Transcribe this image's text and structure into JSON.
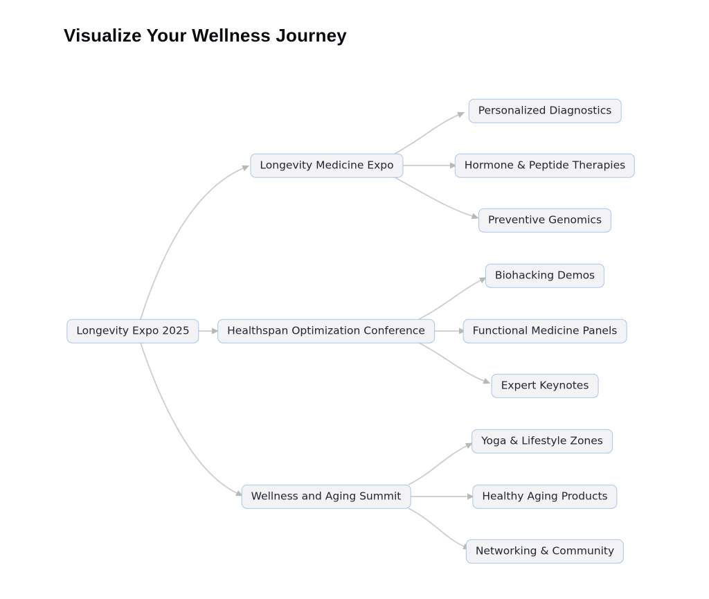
{
  "page": {
    "title": "Visualize Your Wellness Journey"
  },
  "colors": {
    "background": "#ffffff",
    "node_fill": "#f3f3f5",
    "node_border": "#a9c4e9",
    "node_text": "#1f252e",
    "edge_line": "#cdcdcd",
    "arrowhead": "#b8b8b8",
    "title_text": "#0b0b0f"
  },
  "mindmap": {
    "root": {
      "label": "Longevity Expo 2025"
    },
    "branches": [
      {
        "label": "Longevity Medicine Expo",
        "children": [
          {
            "label": "Personalized Diagnostics"
          },
          {
            "label": "Hormone & Peptide Therapies"
          },
          {
            "label": "Preventive Genomics"
          }
        ]
      },
      {
        "label": "Healthspan Optimization Conference",
        "children": [
          {
            "label": "Biohacking Demos"
          },
          {
            "label": "Functional Medicine Panels"
          },
          {
            "label": "Expert Keynotes"
          }
        ]
      },
      {
        "label": "Wellness and Aging Summit",
        "children": [
          {
            "label": "Yoga & Lifestyle Zones"
          },
          {
            "label": "Healthy Aging Products"
          },
          {
            "label": "Networking & Community"
          }
        ]
      }
    ]
  }
}
